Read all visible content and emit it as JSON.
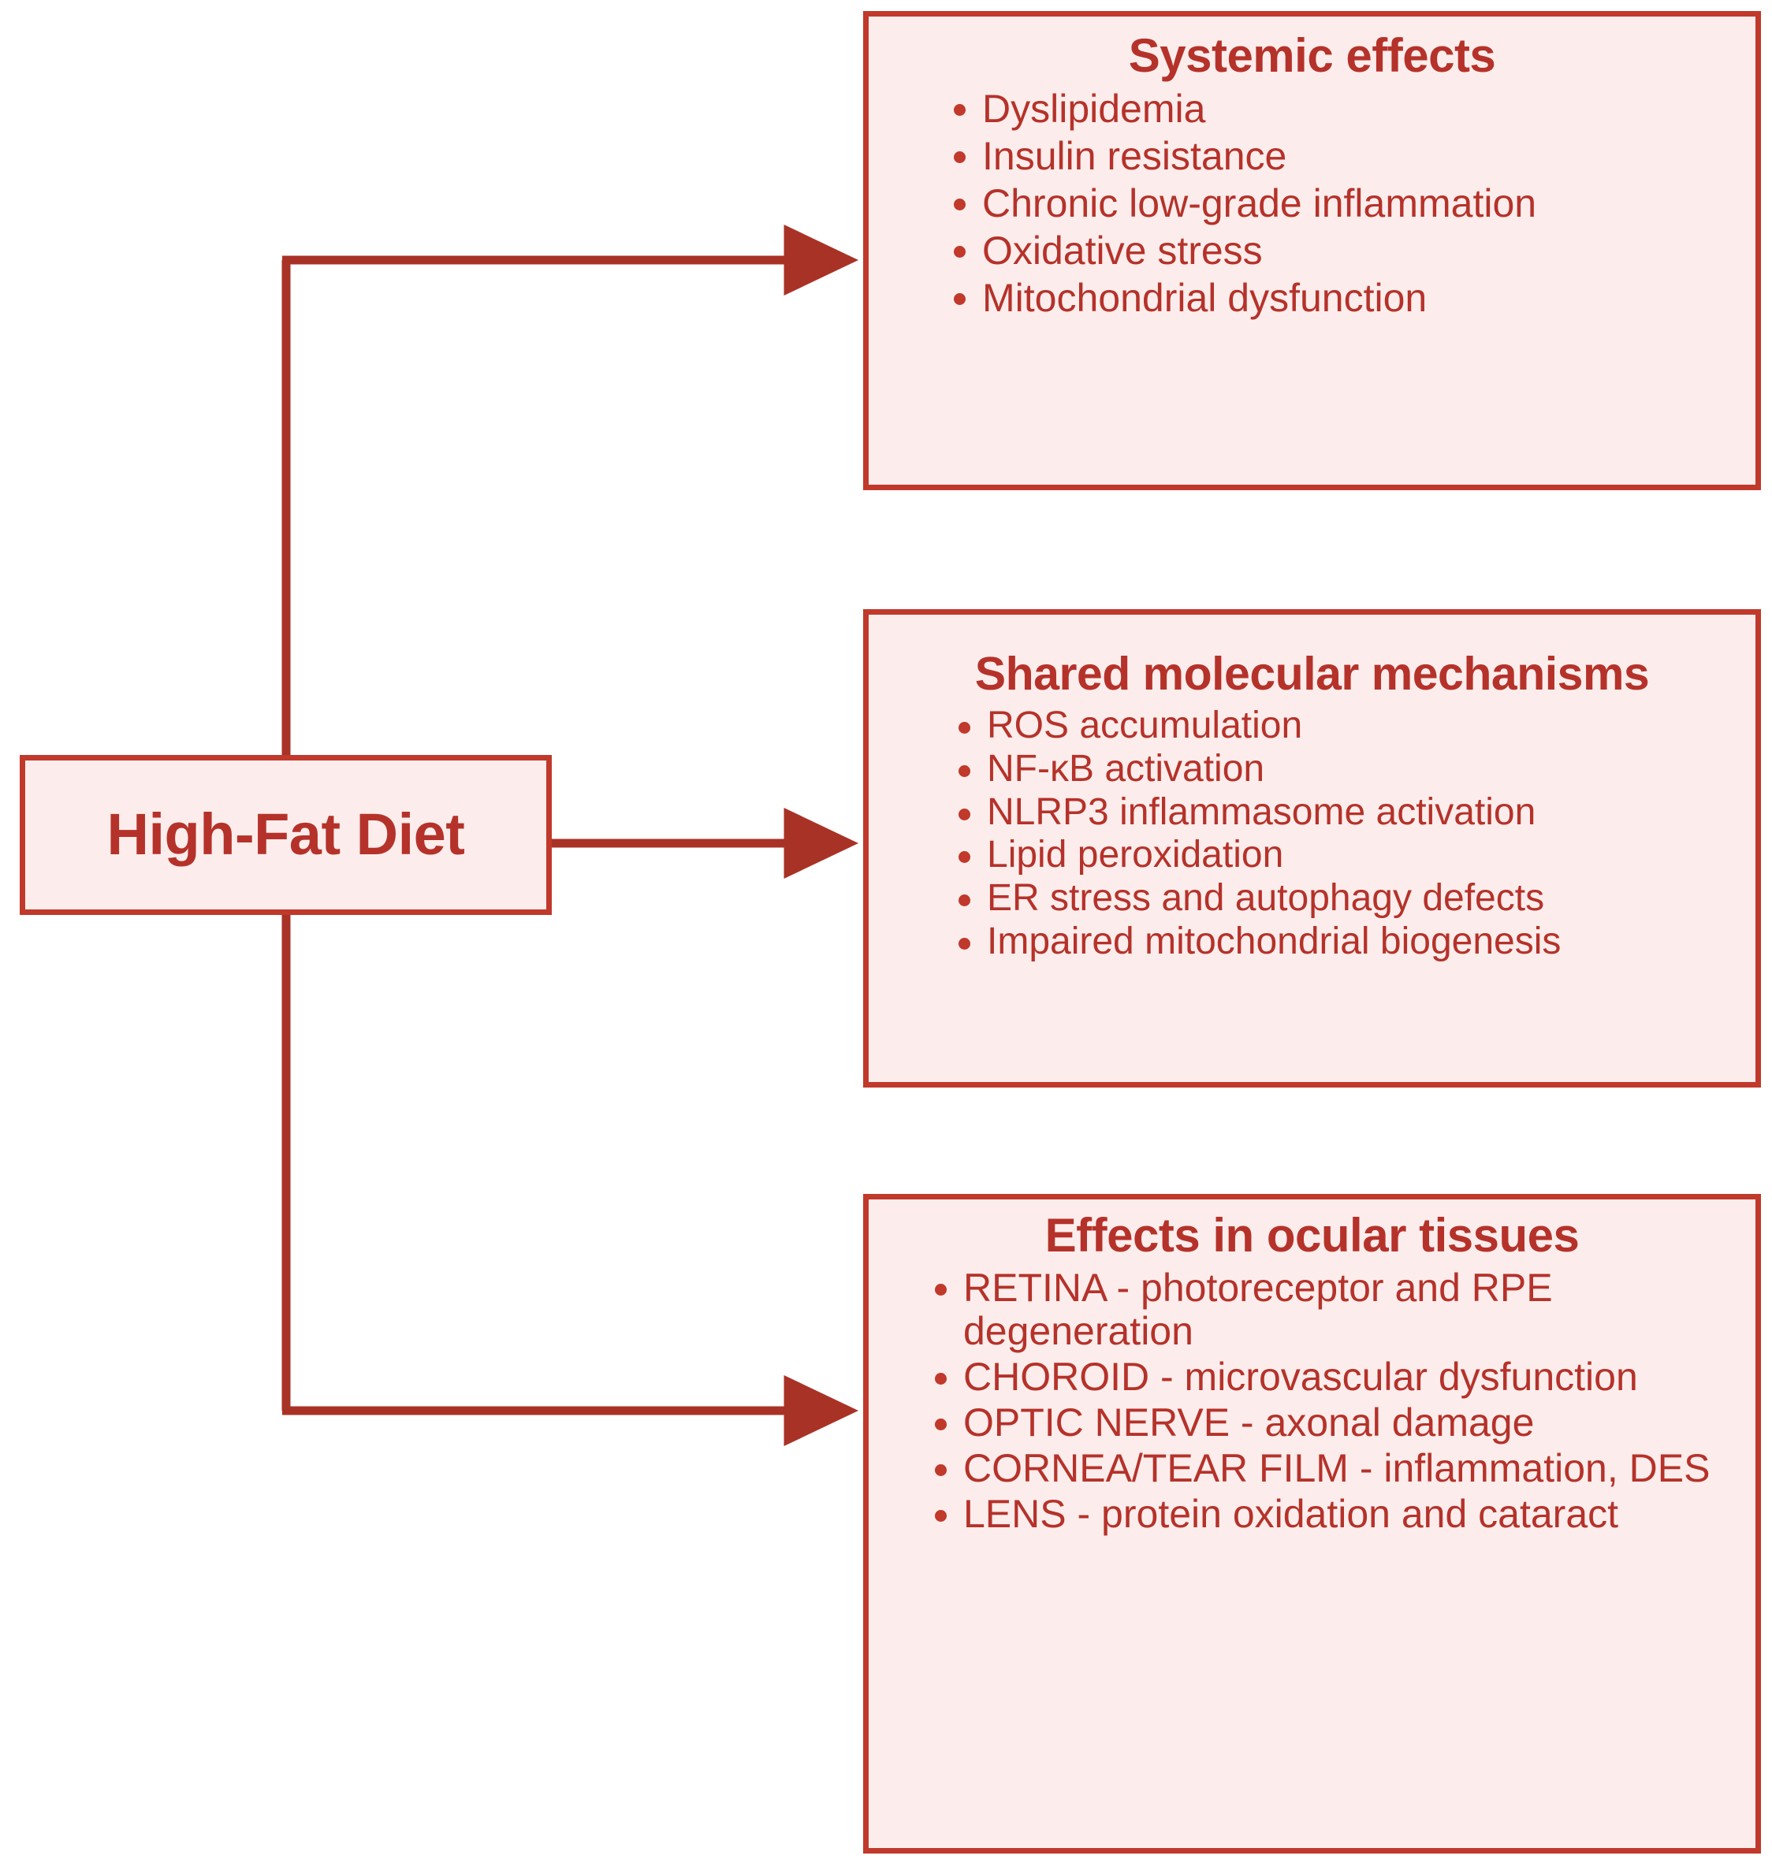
{
  "diagram": {
    "type": "flow-diagram",
    "title": "High-Fat Diet effects flow diagram",
    "colors": {
      "box_border": "#C0392B",
      "box_fill": "#FCEDEC",
      "text": "#B5322A",
      "connector": "#A93226",
      "background": "#FFFFFF"
    }
  },
  "source": {
    "label": "High-Fat Diet"
  },
  "panels": [
    {
      "id": "systemic",
      "title": "Systemic effects",
      "items": [
        "Dyslipidemia",
        "Insulin resistance",
        "Chronic low-grade inflammation",
        "Oxidative stress",
        "Mitochondrial dysfunction"
      ]
    },
    {
      "id": "mechanisms",
      "title": "Shared molecular mechanisms",
      "items": [
        "ROS accumulation",
        "NF-κB activation",
        "NLRP3 inflammasome activation",
        "Lipid peroxidation",
        "ER stress and autophagy defects",
        "Impaired mitochondrial biogenesis"
      ]
    },
    {
      "id": "ocular",
      "title": "Effects in ocular tissues",
      "items": [
        "RETINA - photoreceptor and RPE degeneration",
        "CHOROID - microvascular dysfunction",
        "OPTIC NERVE - axonal damage",
        "CORNEA/TEAR FILM - inflammation, DES",
        "LENS - protein oxidation and cataract"
      ]
    }
  ],
  "connectors": [
    {
      "from": "source",
      "to": "systemic",
      "style": "elbow-up-right-arrow"
    },
    {
      "from": "source",
      "to": "mechanisms",
      "style": "straight-right-arrow"
    },
    {
      "from": "source",
      "to": "ocular",
      "style": "elbow-down-right-arrow"
    }
  ]
}
